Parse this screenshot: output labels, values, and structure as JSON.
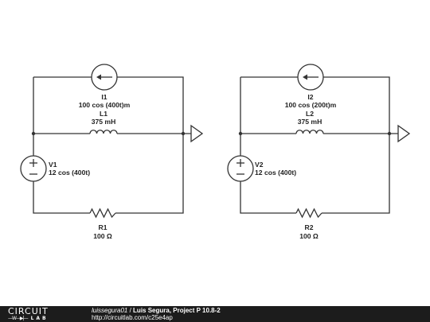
{
  "circuits": [
    {
      "current_source": {
        "name": "I1",
        "value": "100 cos (400t)m"
      },
      "inductor": {
        "name": "L1",
        "value": "375 mH"
      },
      "voltage_source": {
        "name": "V1",
        "value": "12 cos (400t)"
      },
      "resistor": {
        "name": "R1",
        "value": "100 Ω"
      }
    },
    {
      "current_source": {
        "name": "I2",
        "value": "100 cos (200t)m"
      },
      "inductor": {
        "name": "L2",
        "value": "375 mH"
      },
      "voltage_source": {
        "name": "V2",
        "value": "12 cos (400t)"
      },
      "resistor": {
        "name": "R2",
        "value": "100 Ω"
      }
    }
  ],
  "footer": {
    "logo_top": "CIRCUIT",
    "logo_symbol": "—W—▶|—",
    "logo_bottom": "LAB",
    "author": "luissegura01",
    "separator": " / ",
    "project_title": "Luis Segura, Project P 10.8-2",
    "url": "http://circuitlab.com/c25e4ap"
  }
}
